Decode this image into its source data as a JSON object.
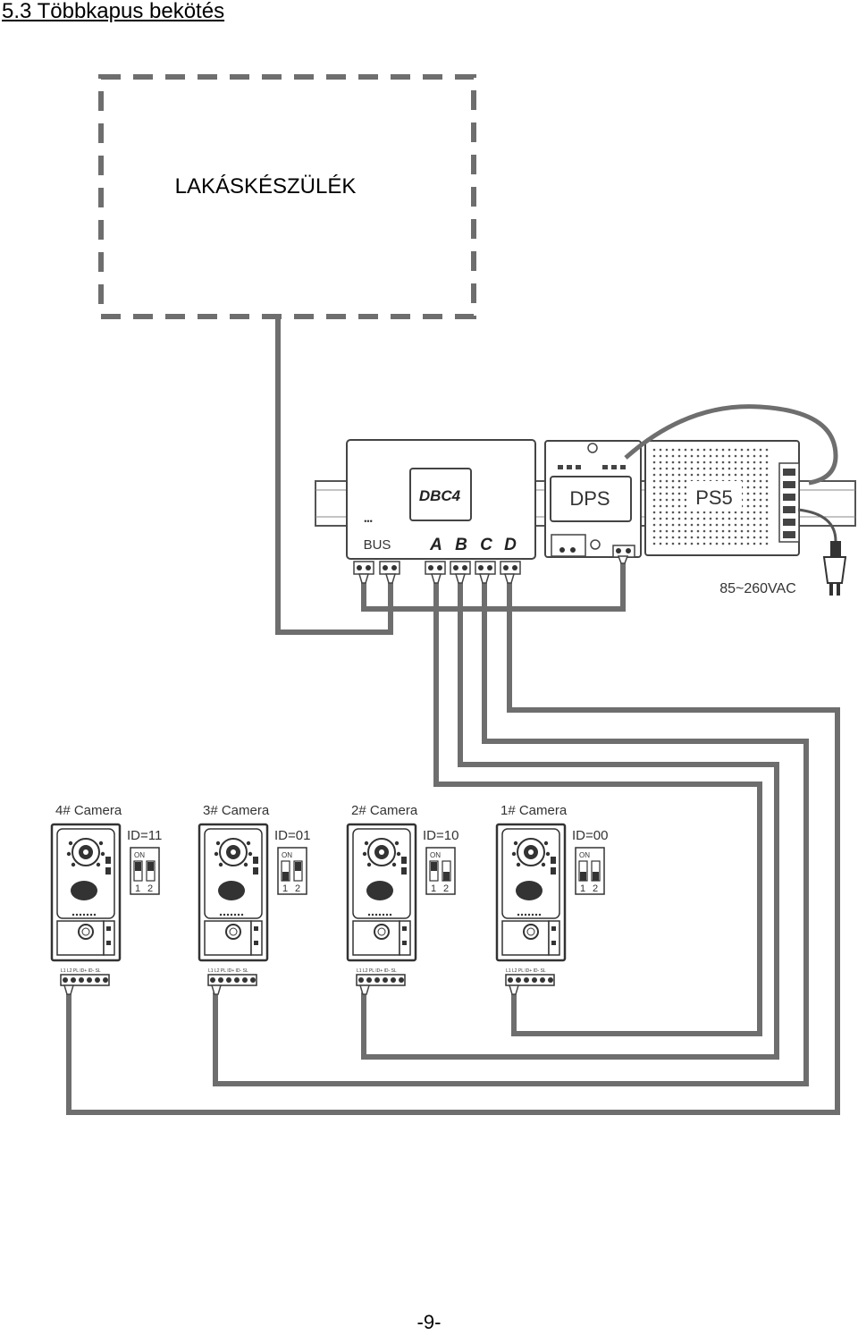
{
  "page": {
    "title": "5.3 Többkapus bekötés",
    "page_number": "-9-"
  },
  "indoor_unit": {
    "label": "LAKÁSKÉSZÜLÉK"
  },
  "dbc4": {
    "name": "DBC4",
    "bus_label": "BUS",
    "dots": "•••",
    "ports": [
      "A",
      "B",
      "C",
      "D"
    ]
  },
  "dps": {
    "name": "DPS"
  },
  "ps5": {
    "name": "PS5",
    "voltage": "85~260VAC"
  },
  "dip": {
    "on_label": "ON",
    "num1": "1",
    "num2": "2"
  },
  "terminals_label": "L1 L2 PL  ID+ ID- SL",
  "cameras": [
    {
      "label": "4# Camera",
      "id": "ID=11"
    },
    {
      "label": "3# Camera",
      "id": "ID=01"
    },
    {
      "label": "2# Camera",
      "id": "ID=10"
    },
    {
      "label": "1# Camera",
      "id": "ID=00"
    }
  ],
  "colors": {
    "wire": "#6e6e6e",
    "outline": "#444444",
    "dashed_box": "#6e6e6e"
  }
}
